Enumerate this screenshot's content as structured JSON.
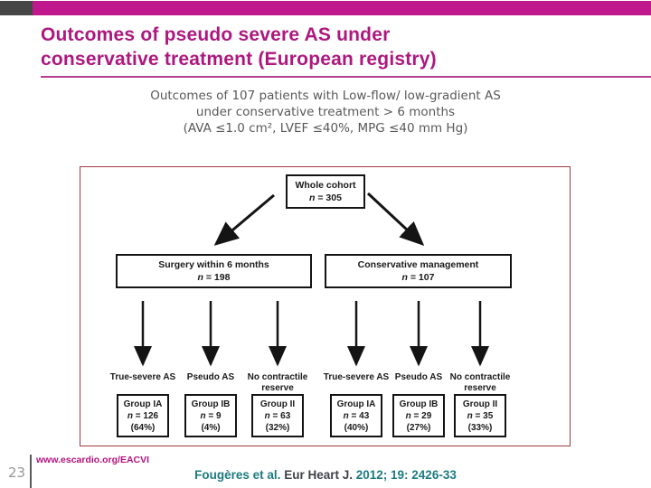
{
  "slide": {
    "title_lines": [
      "Outcomes of pseudo severe AS under",
      "conservative treatment (European registry)"
    ],
    "subtitle_lines": [
      "Outcomes of 107 patients with Low-flow/ low-gradient AS",
      "under conservative treatment > 6 months",
      "(AVA ≤1.0 cm², LVEF ≤40%, MPG ≤40 mm Hg)"
    ]
  },
  "figure": {
    "type": "flowchart",
    "root": {
      "label": "Whole cohort",
      "n": "n = 305"
    },
    "branches": [
      {
        "label": "Surgery within 6 months",
        "n": "n = 198"
      },
      {
        "label": "Conservative management",
        "n": "n = 107"
      }
    ],
    "outcomes": [
      {
        "category": "True-severe AS",
        "group": "Group IA",
        "n": "n = 126",
        "pct": "(64%)"
      },
      {
        "category": "Pseudo AS",
        "group": "Group IB",
        "n": "n = 9",
        "pct": "(4%)"
      },
      {
        "category": "No contractile reserve",
        "group": "Group II",
        "n": "n = 63",
        "pct": "(32%)"
      },
      {
        "category": "True-severe AS",
        "group": "Group IA",
        "n": "n = 43",
        "pct": "(40%)"
      },
      {
        "category": "Pseudo AS",
        "group": "Group IB",
        "n": "n = 29",
        "pct": "(27%)"
      },
      {
        "category": "No contractile reserve",
        "group": "Group II",
        "n": "n = 35",
        "pct": "(33%)"
      }
    ]
  },
  "footer": {
    "page_number": "23",
    "website": "www.escardio.org/EACVI",
    "citation": {
      "authors": "Fougères et al.",
      "journal": "Eur Heart J.",
      "ref": "2012; 19: 2426-33"
    }
  },
  "colors": {
    "accent_magenta": "#bf188c",
    "title_magenta": "#ad187e",
    "topbar_gray": "#464646",
    "figure_border_red": "#9e3a40",
    "citation_teal": "#1b7b80",
    "subtitle_gray": "#595959"
  }
}
